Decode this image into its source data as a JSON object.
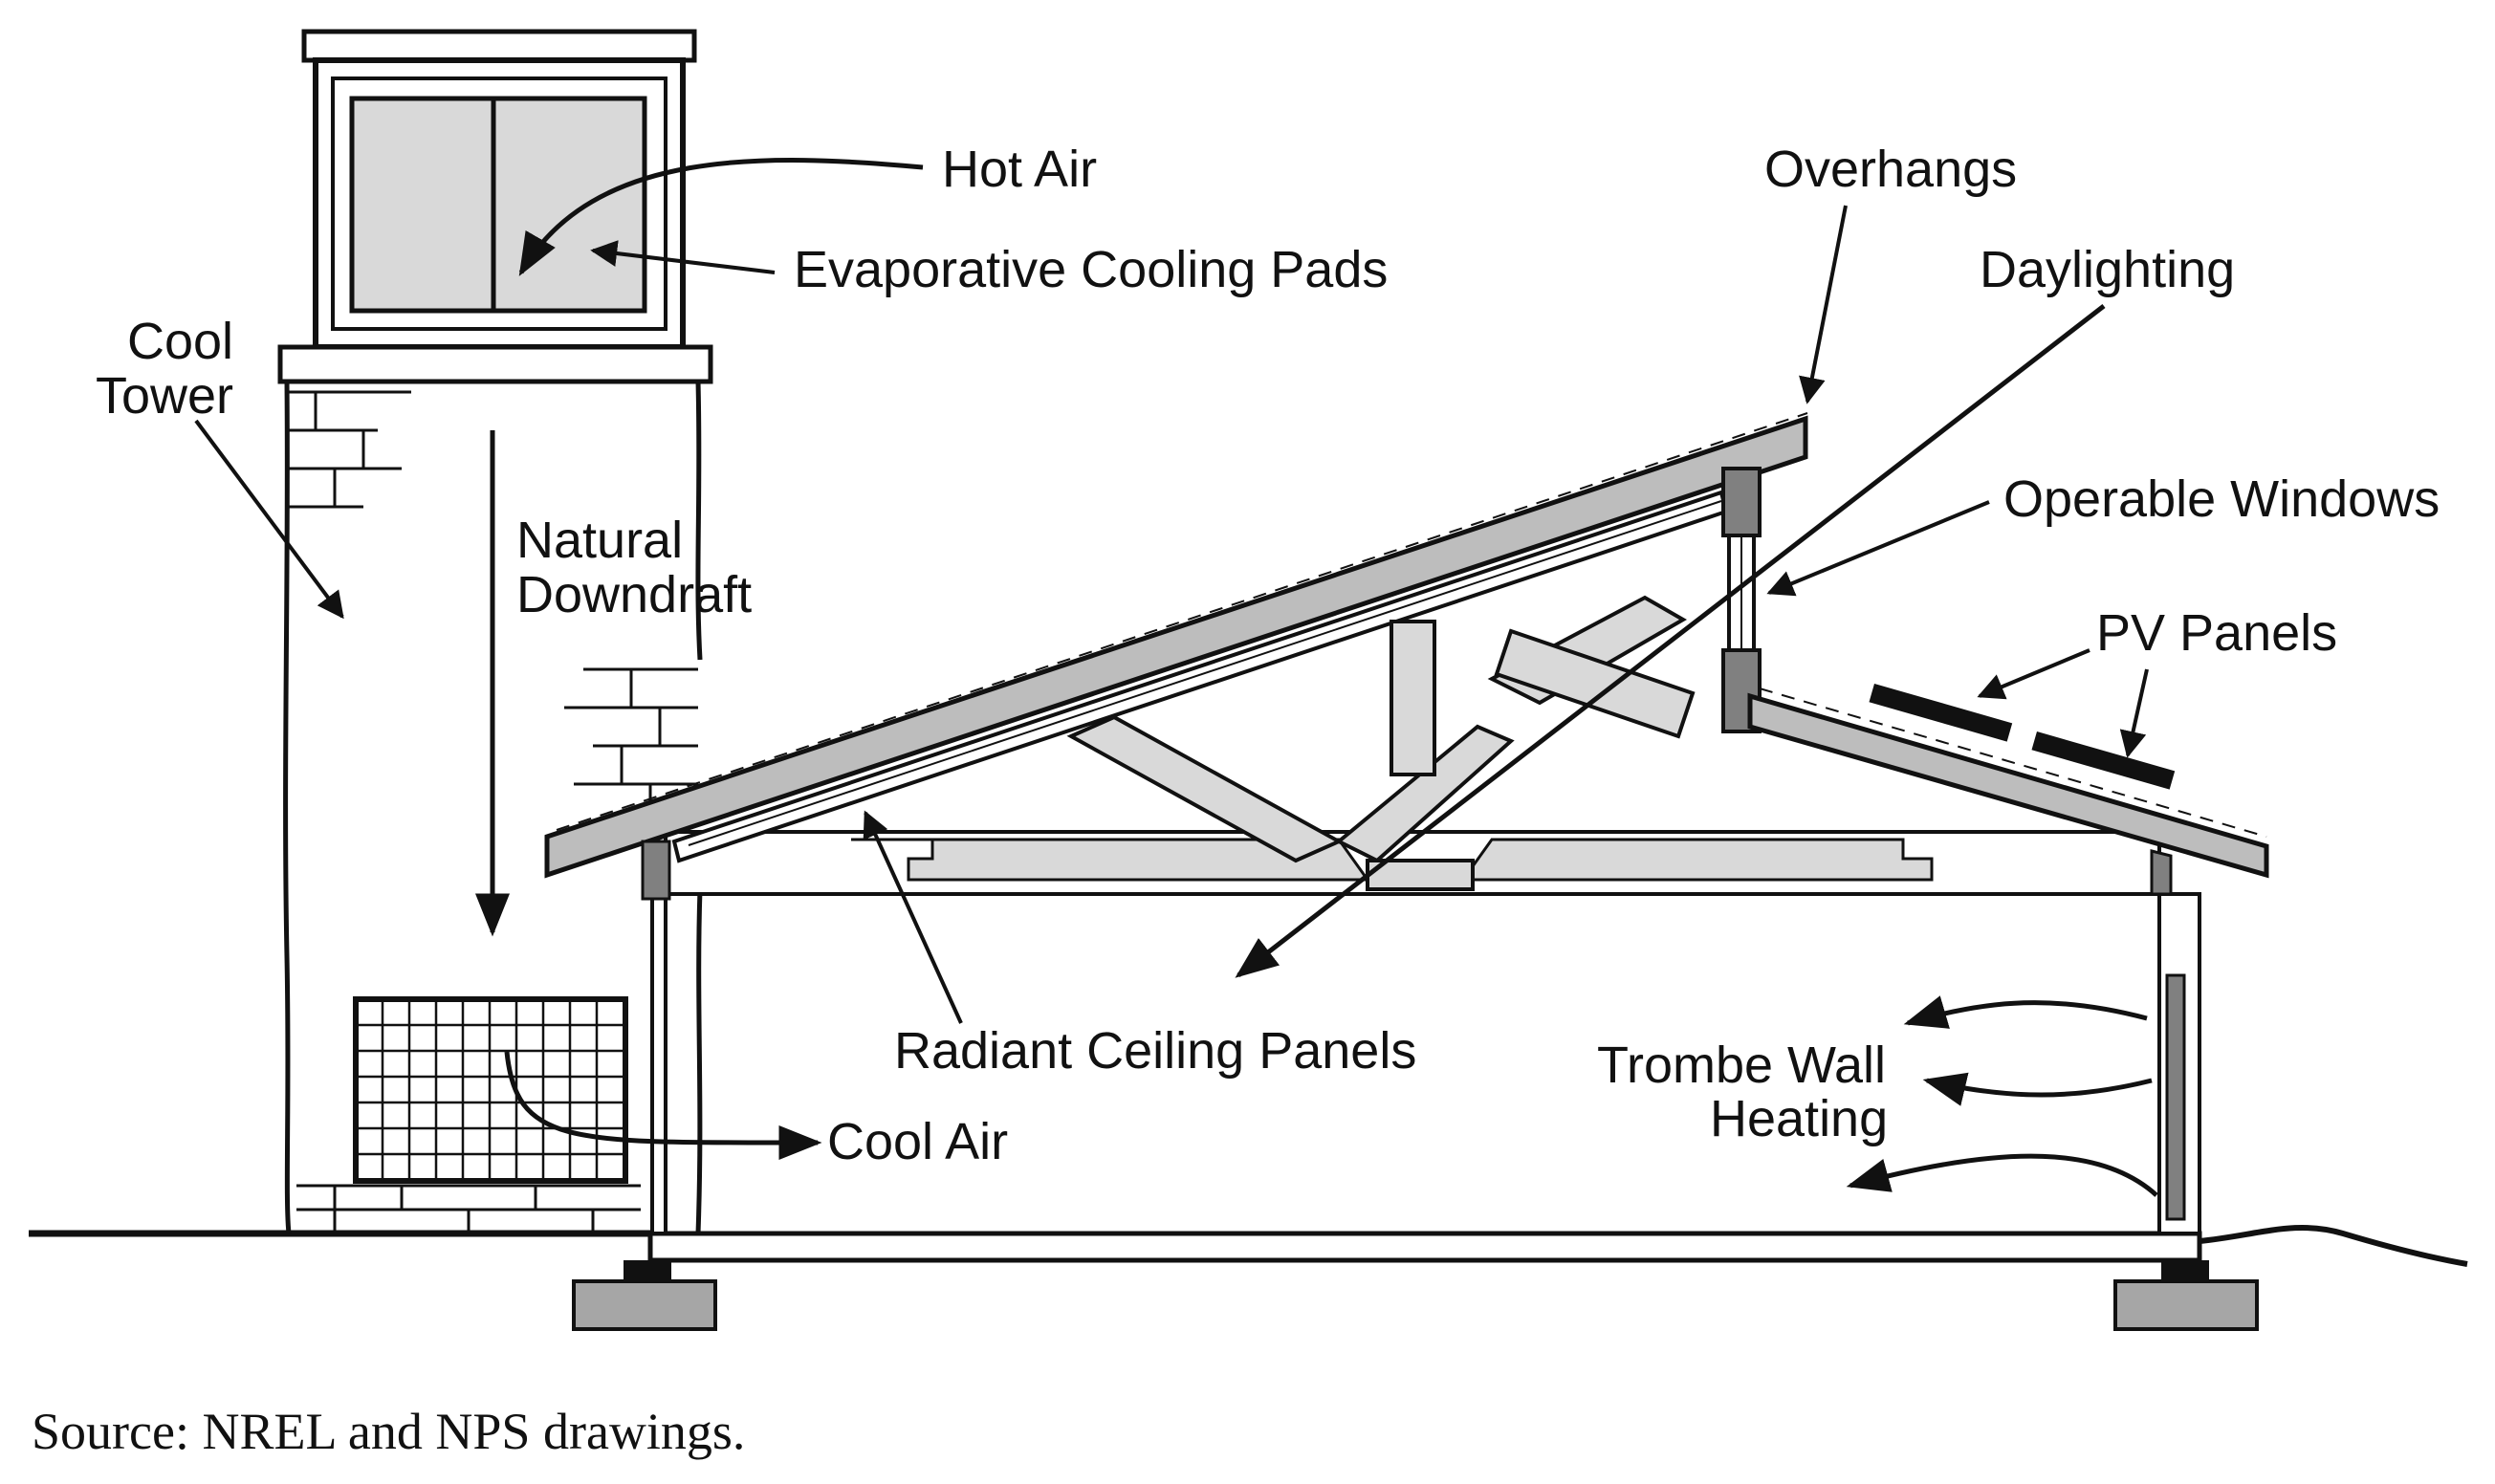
{
  "labels": {
    "hot_air": "Hot Air",
    "evaporative_cooling_pads": "Evaporative Cooling Pads",
    "cool": "Cool",
    "tower": "Tower",
    "natural": "Natural",
    "downdraft": "Downdraft",
    "overhangs": "Overhangs",
    "daylighting": "Daylighting",
    "operable_windows": "Operable Windows",
    "pv_panels": "PV Panels",
    "radiant_ceiling_panels": "Radiant Ceiling Panels",
    "trombe_wall": "Trombe Wall",
    "heating": "Heating",
    "cool_air": "Cool Air"
  },
  "source": "Source: NREL and NPS drawings.",
  "colors": {
    "ink": "#111111",
    "panel_fill": "#d9d9d9",
    "roof_fill": "#bdbdbd",
    "pv_fill": "#111111",
    "footing_fill": "#a6a6a6"
  }
}
